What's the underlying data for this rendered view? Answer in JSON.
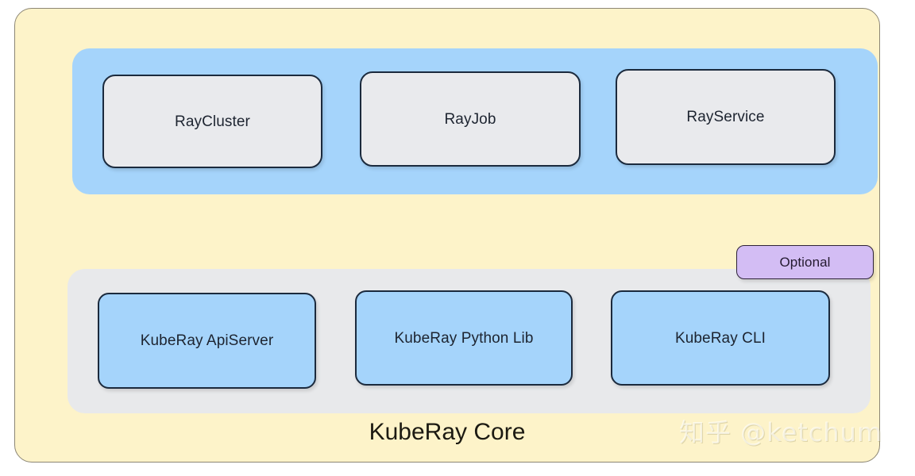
{
  "diagram": {
    "title": "KubeRay Core",
    "outer_container_name": "KubeRay Core",
    "colors": {
      "outer_fill": "#fdf3c9",
      "outer_border": "#8c8674",
      "crd_band_fill": "#a5d4fb",
      "crd_node_fill": "#e9eaed",
      "tooling_band_fill": "#e8e9eb",
      "tooling_node_fill": "#a5d4fb",
      "optional_badge_fill": "#d3bdf4",
      "node_border": "#1b2a3d",
      "text": "#1d2430"
    },
    "crd_group": {
      "nodes": [
        {
          "label": "RayCluster"
        },
        {
          "label": "RayJob"
        },
        {
          "label": "RayService"
        }
      ]
    },
    "tooling_group": {
      "badge": "Optional",
      "nodes": [
        {
          "label": "KubeRay ApiServer"
        },
        {
          "label": "KubeRay Python Lib"
        },
        {
          "label": "KubeRay CLI"
        }
      ]
    },
    "watermark": "知乎 @ketchum"
  }
}
